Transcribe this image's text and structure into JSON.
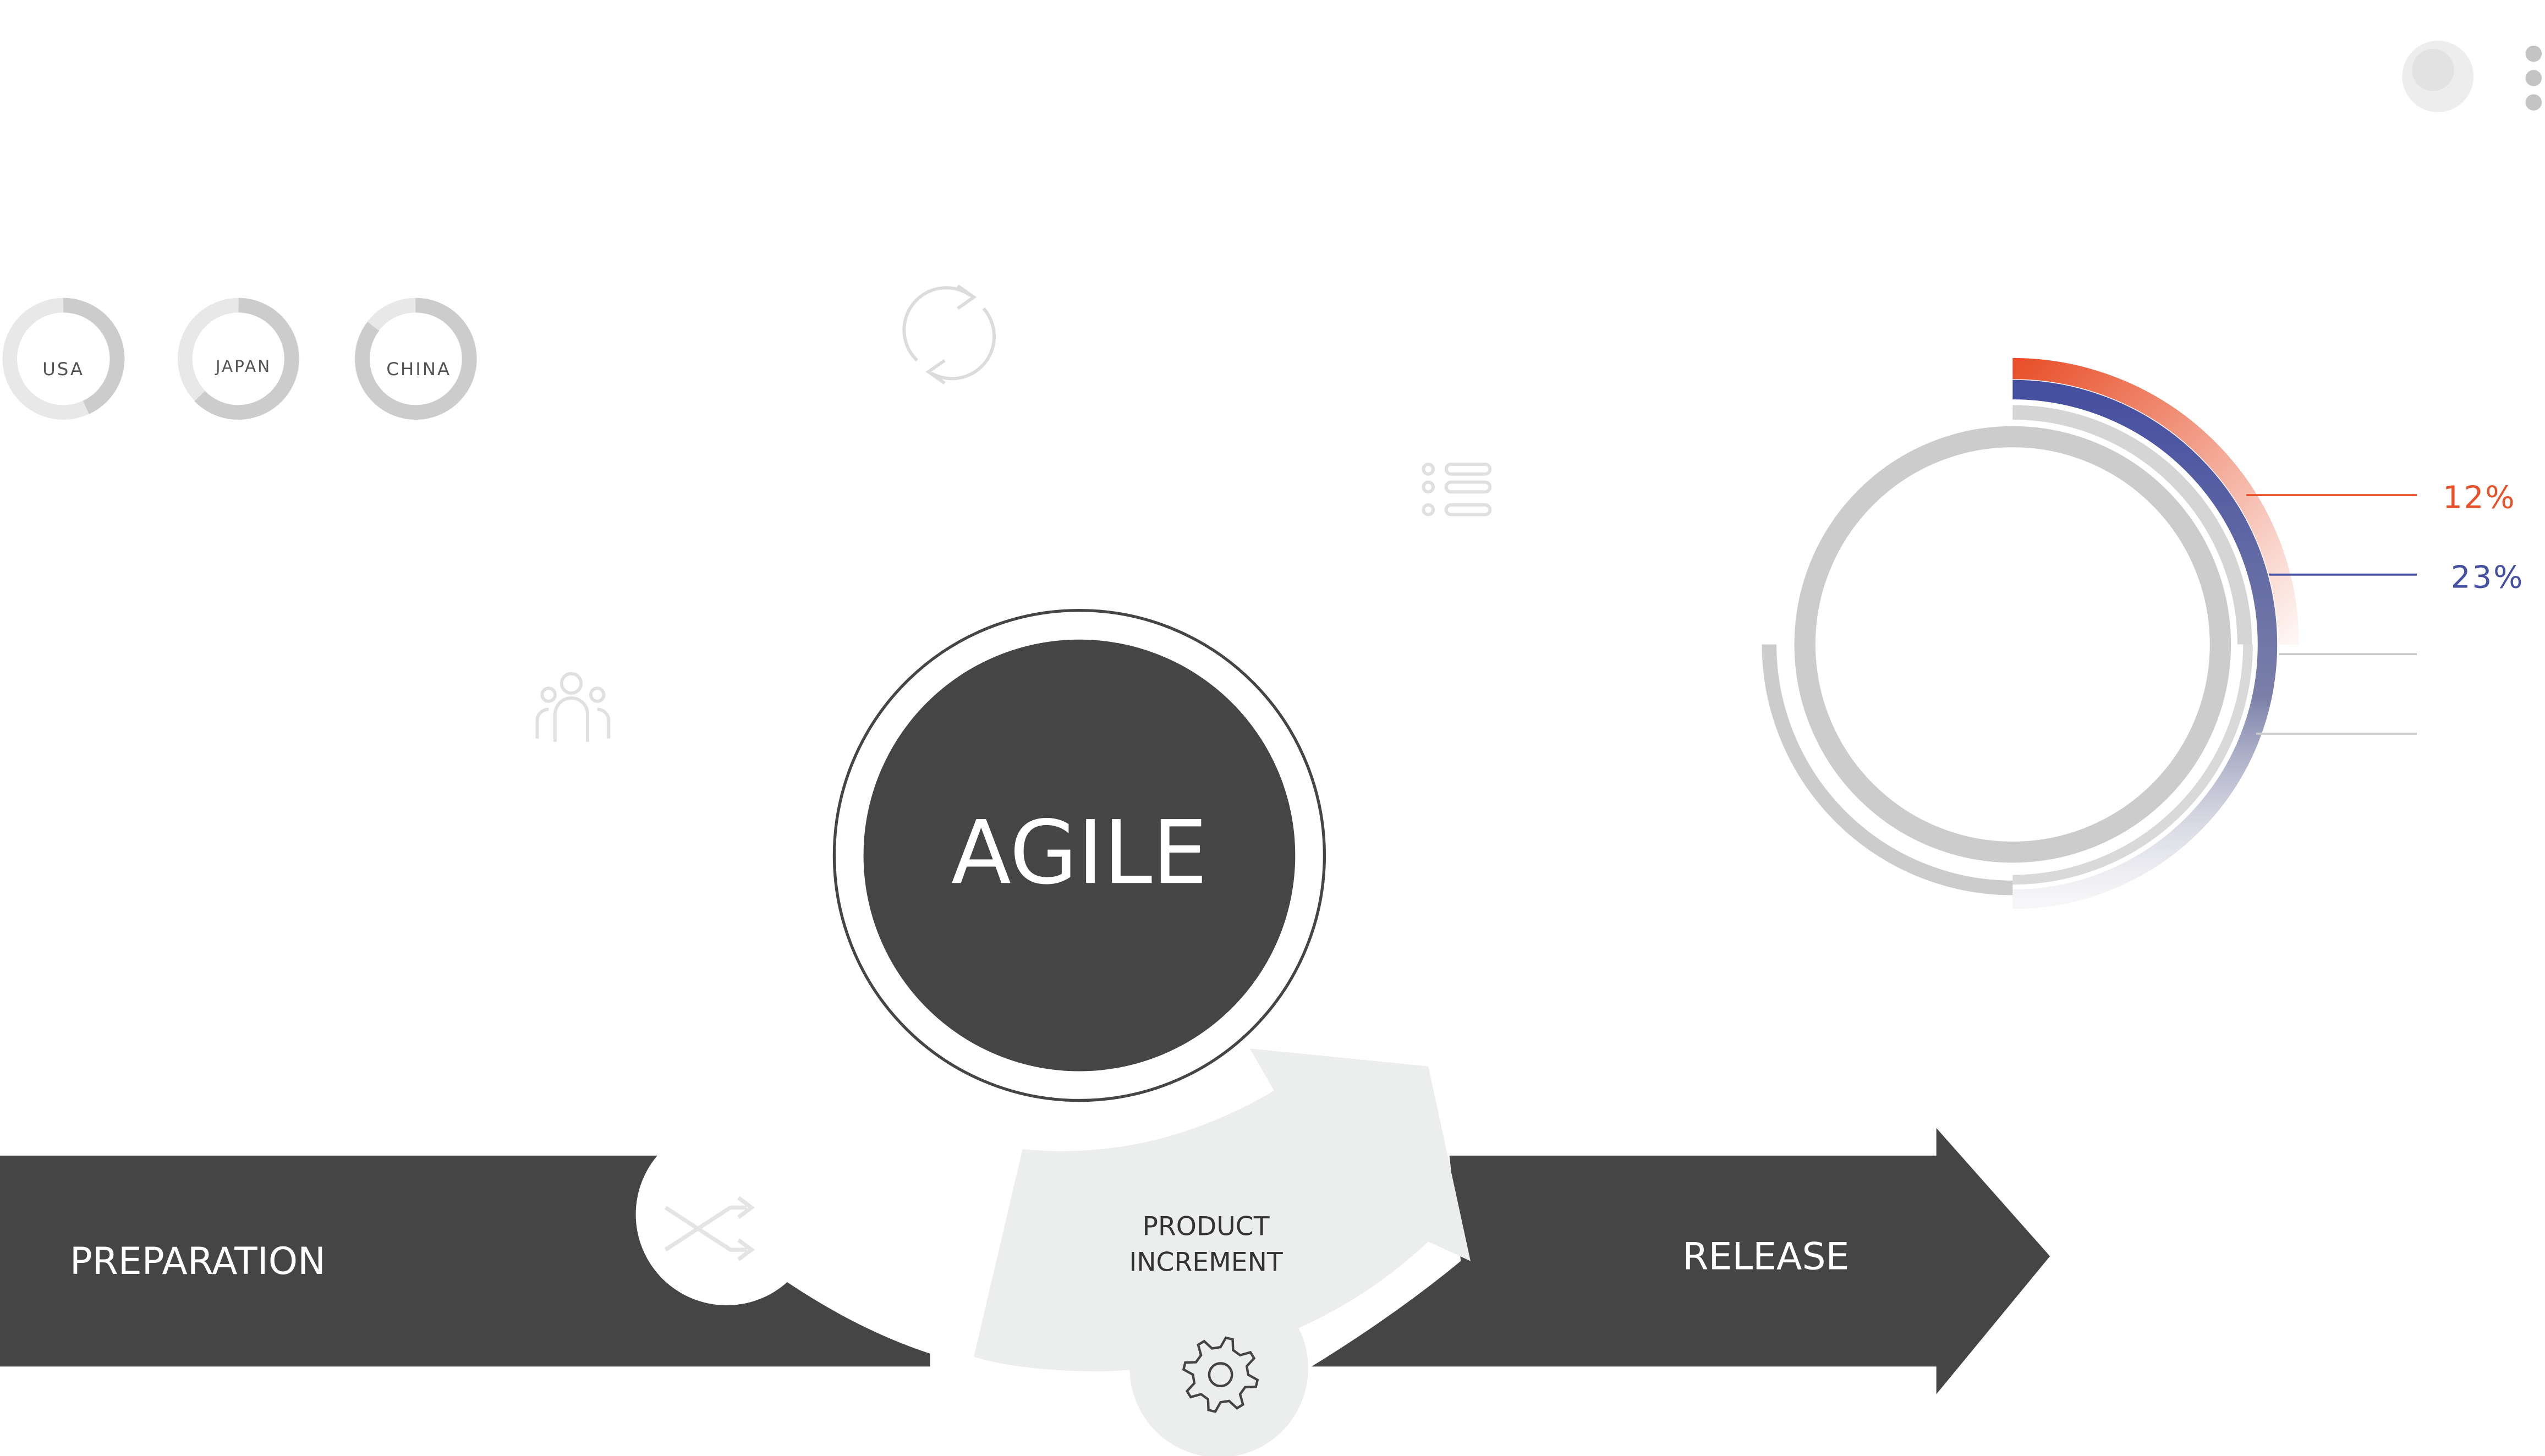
{
  "top_right": {
    "circle_icon": "circle-button-icon",
    "menu_icon": "vertical-dots-icon"
  },
  "country_rings": [
    {
      "label": "USA"
    },
    {
      "label": "JAPAN"
    },
    {
      "label": "CHINA"
    }
  ],
  "decor_icons": [
    "refresh-cycle-icon",
    "list-icon",
    "team-icon"
  ],
  "center": {
    "label": "AGILE"
  },
  "flow": {
    "preparation": "PREPARATION",
    "product_increment_line1": "PRODUCT",
    "product_increment_line2": "INCREMENT",
    "release": "RELEASE",
    "shuffle_icon": "shuffle-arrows-icon",
    "gear_icon": "gear-icon"
  },
  "ring_chart": {
    "labels": [
      {
        "text": "12%",
        "color": "#e8502a"
      },
      {
        "text": "23%",
        "color": "#454fa0"
      }
    ],
    "colors": {
      "orange": "#e8502a",
      "blue": "#454fa0",
      "gray": "#cccccc"
    }
  },
  "colors": {
    "dark": "#454545",
    "light_panel": "#eceeed",
    "light_gray": "#dddddd"
  }
}
